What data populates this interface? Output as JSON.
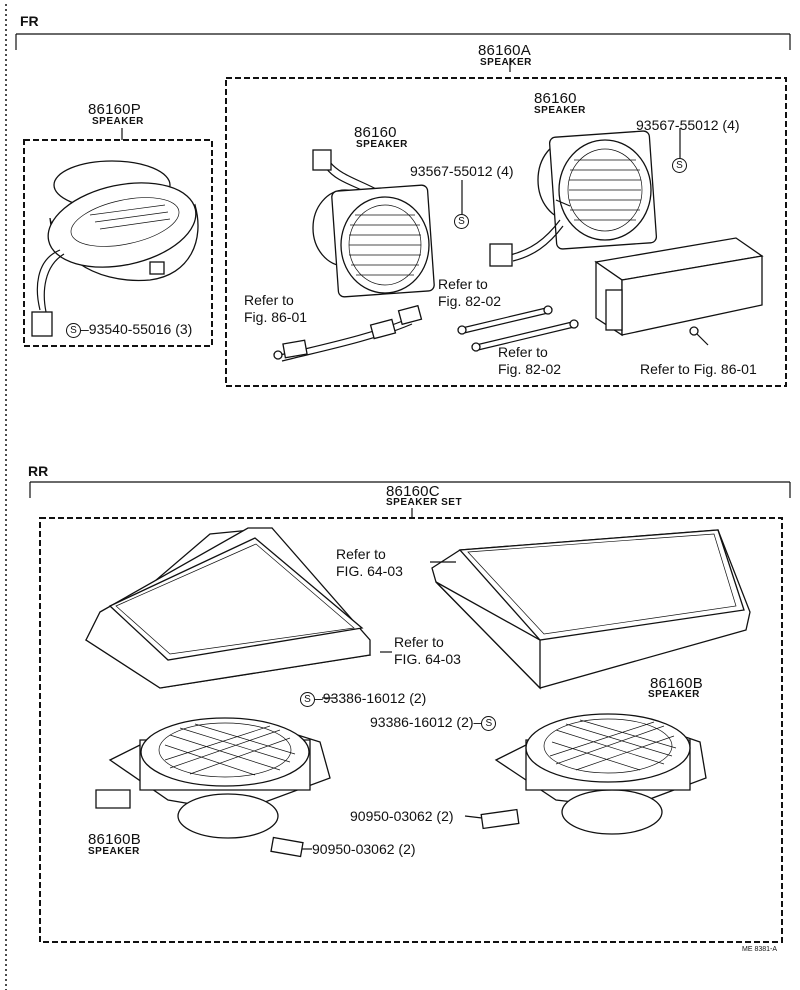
{
  "figure_code": "ME 8381-A",
  "sections": {
    "front": {
      "label": "FR"
    },
    "rear": {
      "label": "RR"
    }
  },
  "front_parts": {
    "speaker_assy_a": {
      "part_no": "86160A",
      "name": "SPEAKER"
    },
    "speaker_p": {
      "part_no": "86160P",
      "name": "SPEAKER"
    },
    "screw_p": {
      "symbol": "S",
      "part_no": "93540-55016",
      "qty": "(3)"
    },
    "speaker_left": {
      "part_no": "86160",
      "name": "SPEAKER"
    },
    "speaker_right": {
      "part_no": "86160",
      "name": "SPEAKER"
    },
    "screw_mid": {
      "part_no": "93567-55012",
      "qty": "(4)",
      "symbol": "S"
    },
    "screw_right": {
      "part_no": "93567-55012",
      "qty": "(4)",
      "symbol": "S"
    },
    "ref_harness": "Refer to\nFig. 86-01",
    "ref_strap_top": "Refer to\nFig. 82-02",
    "ref_strap_bottom": "Refer to\nFig. 82-02",
    "ref_bolt": "Refer to Fig. 86-01"
  },
  "rear_parts": {
    "speaker_set": {
      "part_no": "86160C",
      "name": "SPEAKER SET"
    },
    "ref_left_cover": "Refer to\nFIG. 64-03",
    "ref_right_cover": "Refer to\nFIG. 64-03",
    "screw_left": {
      "symbol": "S",
      "part_no": "93386-16012",
      "qty": "(2)"
    },
    "screw_right": {
      "part_no": "93386-16012",
      "qty": "(2)",
      "symbol": "S"
    },
    "speaker_right": {
      "part_no": "86160B",
      "name": "SPEAKER"
    },
    "speaker_left": {
      "part_no": "86160B",
      "name": "SPEAKER"
    },
    "clip_right": {
      "part_no": "90950-03062",
      "qty": "(2)"
    },
    "clip_left": {
      "part_no": "90950-03062",
      "qty": "(2)"
    }
  }
}
